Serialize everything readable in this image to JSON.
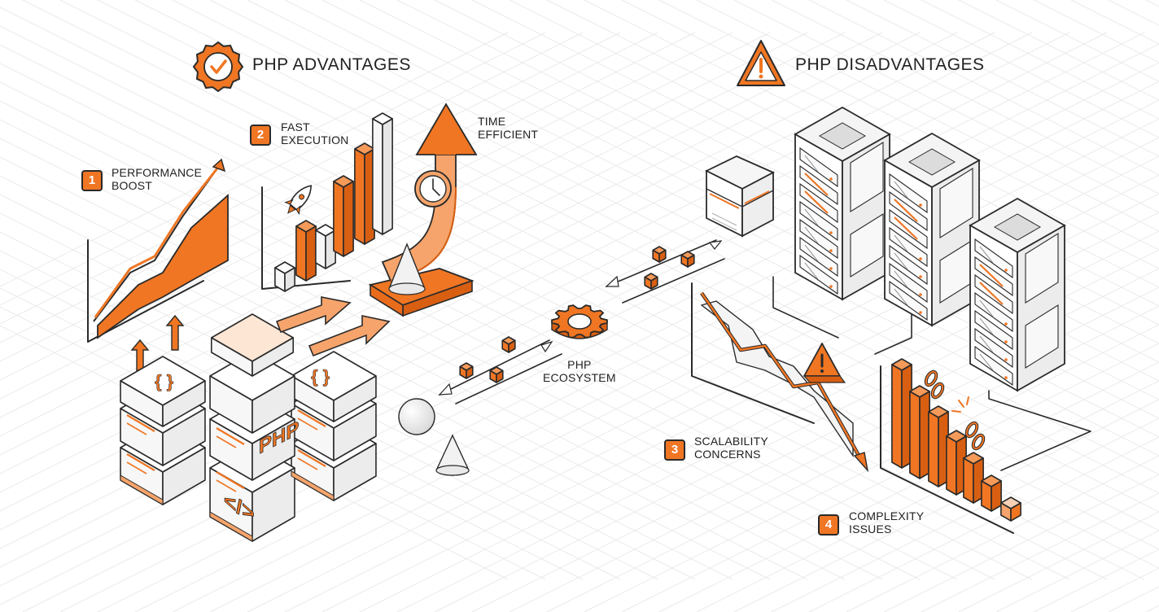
{
  "headings": {
    "advantages": "PHP ADVANTAGES",
    "disadvantages": "PHP DISADVANTAGES"
  },
  "labels": [
    {
      "id": "performance",
      "badge": "1",
      "line1": "PERFORMANCE",
      "line2": "BOOST"
    },
    {
      "id": "fast",
      "badge": "2",
      "line1": "FAST",
      "line2": "EXECUTION"
    },
    {
      "id": "scalability",
      "badge": "3",
      "line1": "SCALABILITY",
      "line2": "CONCERNS"
    },
    {
      "id": "complexity",
      "badge": "4",
      "line1": "COMPLEXITY",
      "line2": "ISSUES"
    }
  ],
  "time_label": {
    "line1": "TIME",
    "line2": "EFFICIENT"
  },
  "ecosystem_label": {
    "line1": "PHP",
    "line2": "ECOSYSTEM"
  },
  "block_text": {
    "code": "</>",
    "php": "PHP",
    "braces": "{ }"
  },
  "icons": [
    "check-badge-icon",
    "warning-triangle-icon",
    "rocket-icon",
    "clock-icon",
    "gear-icon",
    "broken-chain-icon",
    "server-rack-icon"
  ],
  "colors": {
    "accent": "#f07623",
    "accent_light": "#f6a46b",
    "ink": "#2a2a2a",
    "grid": "#e9e9e9"
  }
}
